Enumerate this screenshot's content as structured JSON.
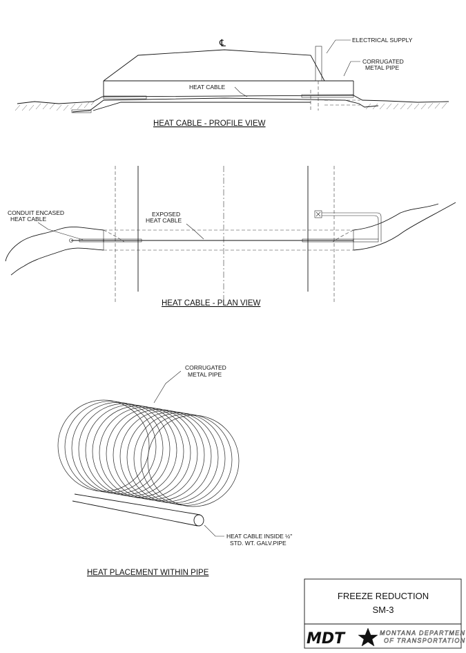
{
  "profile": {
    "centerline_symbol": "℄",
    "electrical_supply": "ELECTRICAL SUPPLY",
    "corrugated_line1": "CORRUGATED",
    "corrugated_line2": "METAL PIPE",
    "heat_cable": "HEAT CABLE",
    "title": "HEAT CABLE - PROFILE VIEW"
  },
  "plan": {
    "conduit_line1": "CONDUIT ENCASED",
    "conduit_line2": "HEAT CABLE",
    "exposed_line1": "EXPOSED",
    "exposed_line2": "HEAT CABLE",
    "title": "HEAT CABLE - PLAN VIEW"
  },
  "placement": {
    "pipe_line1": "CORRUGATED",
    "pipe_line2": "METAL PIPE",
    "cable_line1": "HEAT CABLE INSIDE ½\"",
    "cable_line2": "STD. WT. GALV.PIPE",
    "title": "HEAT PLACEMENT WITHIN PIPE"
  },
  "title_block": {
    "title": "FREEZE REDUCTION",
    "code": "SM-3",
    "logo": "MDT",
    "dept_line1": "MONTANA DEPARTMENT",
    "dept_line2": "OF TRANSPORTATION"
  }
}
